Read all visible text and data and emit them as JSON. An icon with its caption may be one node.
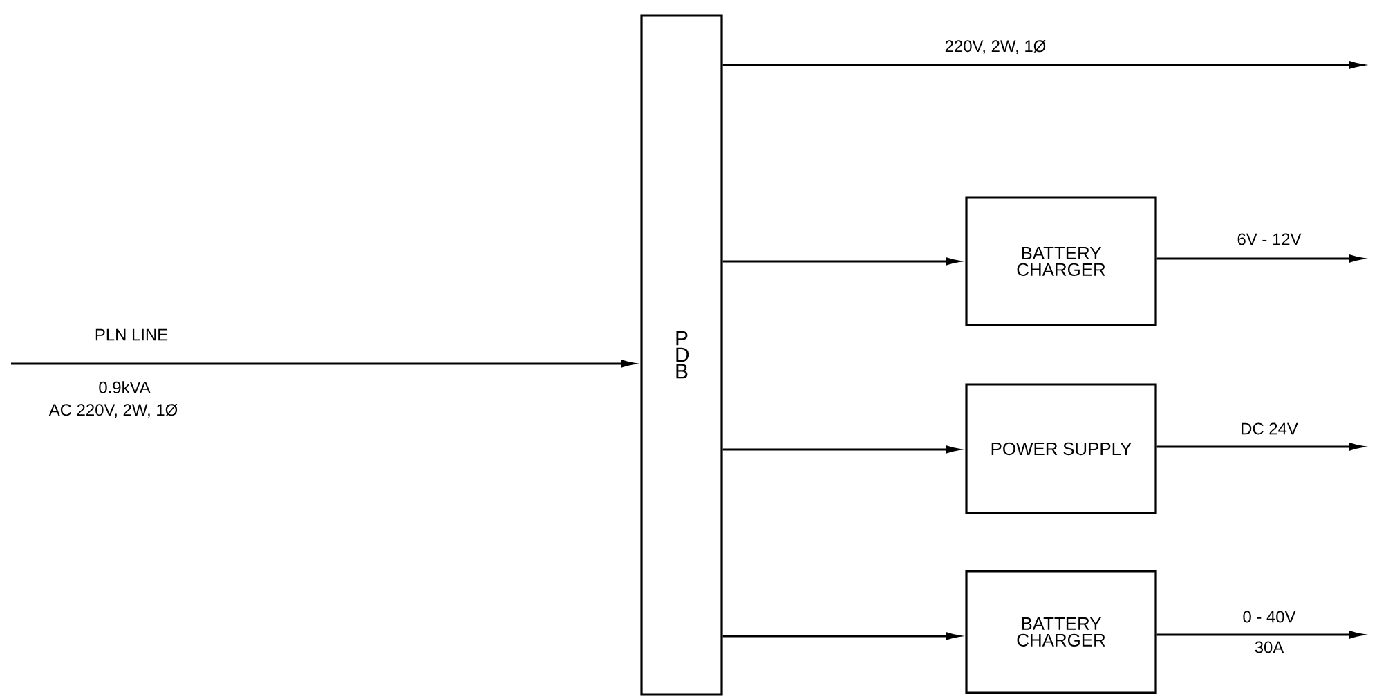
{
  "diagram": {
    "nodes": [
      {
        "text": [
          "P D B"
        ]
      },
      {
        "text": [
          "BATTERY CHARGER"
        ]
      },
      {
        "text": [
          "POWER SUPPLY"
        ]
      },
      {
        "text": [
          "BATTERY CHARGER"
        ]
      }
    ],
    "edges": [
      {
        "from": null,
        "to": 0,
        "arrow": "to",
        "label": "PLN LINE"
      },
      {
        "from": 0,
        "to": null,
        "arrow": "to",
        "label": "220V, 2W, 1Ø"
      },
      {
        "from": 0,
        "to": 1,
        "arrow": "to"
      },
      {
        "from": 0,
        "to": 2,
        "arrow": "to"
      },
      {
        "from": 0,
        "to": 3,
        "arrow": "to"
      },
      {
        "from": 1,
        "to": null,
        "arrow": "to",
        "label": "6V - 12V"
      },
      {
        "from": 2,
        "to": null,
        "arrow": "to",
        "label": "DC 24V"
      },
      {
        "from": 3,
        "to": null,
        "arrow": "to",
        "label": "0 - 40V"
      }
    ],
    "labels": [
      "0.9kVA",
      "AC 220V, 2W, 1Ø",
      "30A"
    ]
  }
}
